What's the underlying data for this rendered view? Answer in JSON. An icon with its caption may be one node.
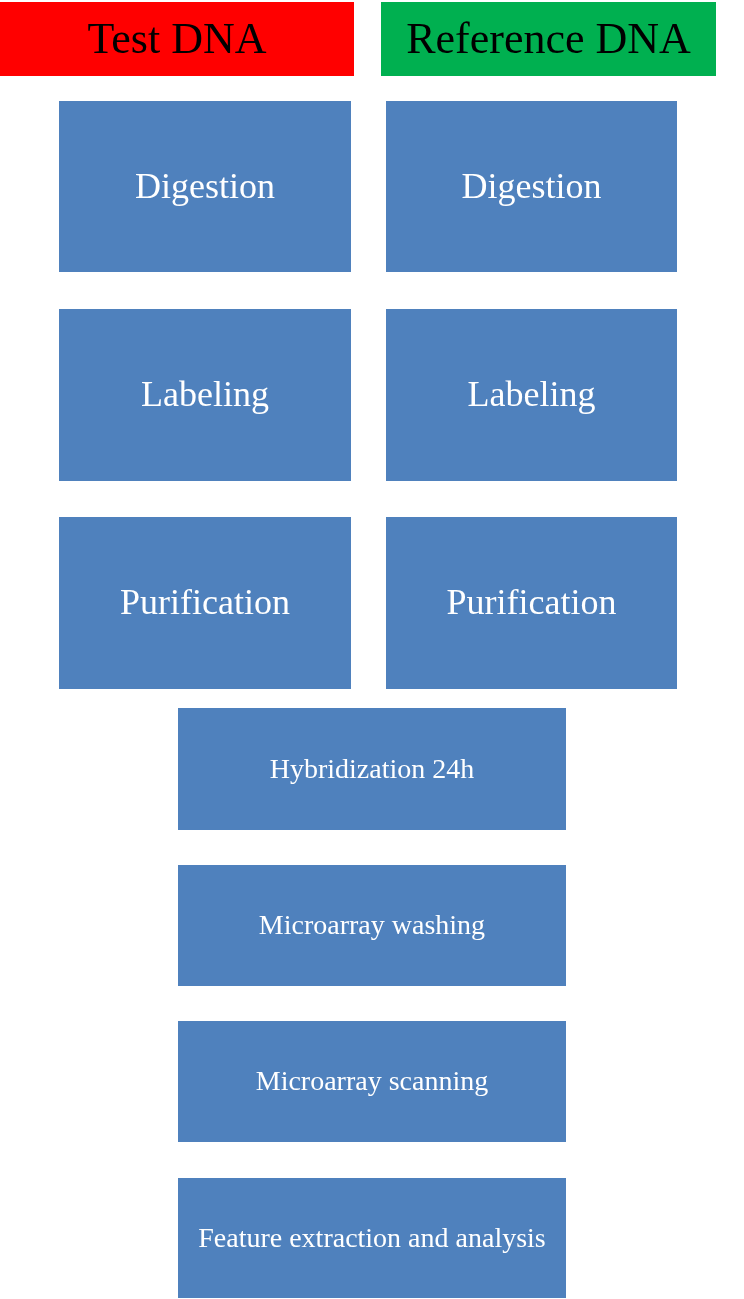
{
  "diagram": {
    "nodes": [
      {
        "text": [
          "Test DNA"
        ]
      },
      {
        "text": [
          "Reference DNA"
        ]
      },
      {
        "text": [
          "Digestion"
        ]
      },
      {
        "text": [
          "Digestion"
        ]
      },
      {
        "text": [
          "Labeling"
        ]
      },
      {
        "text": [
          "Labeling"
        ]
      },
      {
        "text": [
          "Purification"
        ]
      },
      {
        "text": [
          "Purification"
        ]
      },
      {
        "text": [
          "Hybridization 24h"
        ]
      },
      {
        "text": [
          "Microarray washing"
        ]
      },
      {
        "text": [
          "Microarray scanning"
        ]
      },
      {
        "text": [
          "Feature extraction and analysis"
        ]
      }
    ]
  }
}
